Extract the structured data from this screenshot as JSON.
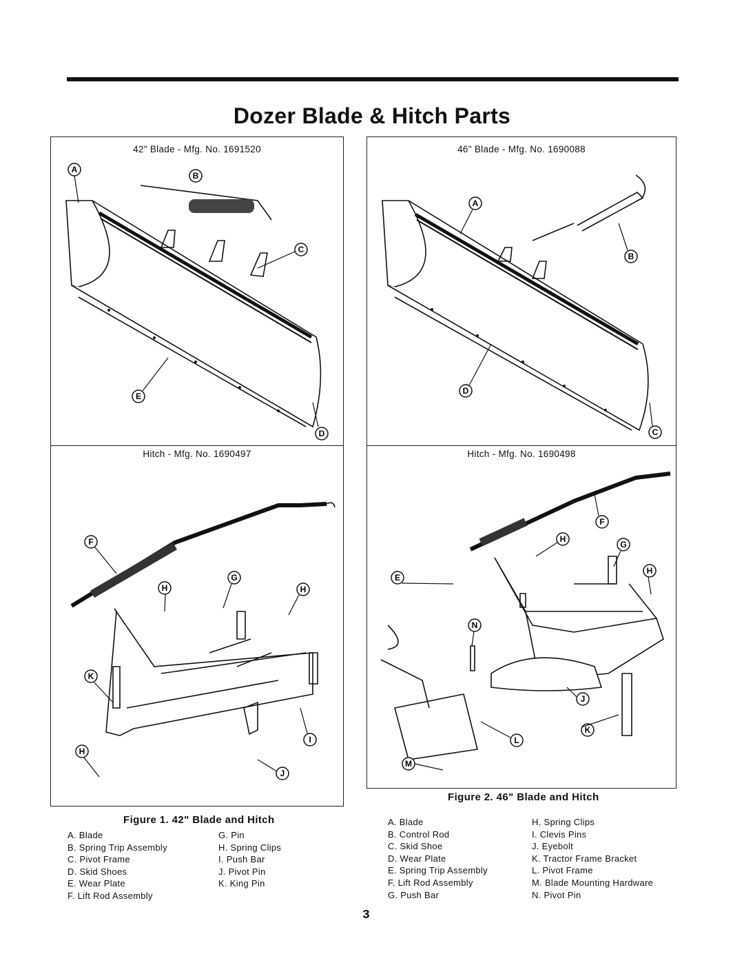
{
  "page": {
    "title": "Dozer Blade & Hitch Parts",
    "page_number": "3"
  },
  "panels": {
    "blade42": {
      "label": "42\" Blade - Mfg. No. 1691520",
      "callouts": [
        "A",
        "B",
        "C",
        "E",
        "D"
      ]
    },
    "blade46": {
      "label": "46\" Blade - Mfg. No. 1690088",
      "callouts": [
        "A",
        "B",
        "D",
        "C"
      ]
    },
    "hitch42": {
      "label": "Hitch - Mfg. No. 1690497",
      "callouts": [
        "F",
        "G",
        "H",
        "H",
        "K",
        "H",
        "I",
        "J"
      ]
    },
    "hitch46": {
      "label": "Hitch - Mfg. No. 1690498",
      "callouts": [
        "F",
        "H",
        "G",
        "E",
        "H",
        "N",
        "J",
        "K",
        "L",
        "M"
      ]
    }
  },
  "figure1": {
    "caption": "Figure 1. 42\" Blade and Hitch",
    "left_items": [
      "A. Blade",
      "B. Spring Trip Assembly",
      "C. Pivot Frame",
      "D. Skid Shoes",
      "E. Wear Plate",
      "F. Lift Rod Assembly"
    ],
    "right_items": [
      "G. Pin",
      "H. Spring Clips",
      "I. Push Bar",
      "J. Pivot Pin",
      "K. King Pin"
    ]
  },
  "figure2": {
    "caption": "Figure 2. 46\" Blade and Hitch",
    "left_items": [
      "A. Blade",
      "B. Control Rod",
      "C. Skid Shoe",
      "D. Wear Plate",
      "E. Spring Trip Assembly",
      "F. Lift Rod Assembly",
      "G. Push Bar"
    ],
    "right_items": [
      "H. Spring Clips",
      "I. Clevis Pins",
      "J. Eyebolt",
      "K. Tractor Frame Bracket",
      "L. Pivot Frame",
      "M. Blade Mounting Hardware",
      "N. Pivot Pin"
    ]
  }
}
